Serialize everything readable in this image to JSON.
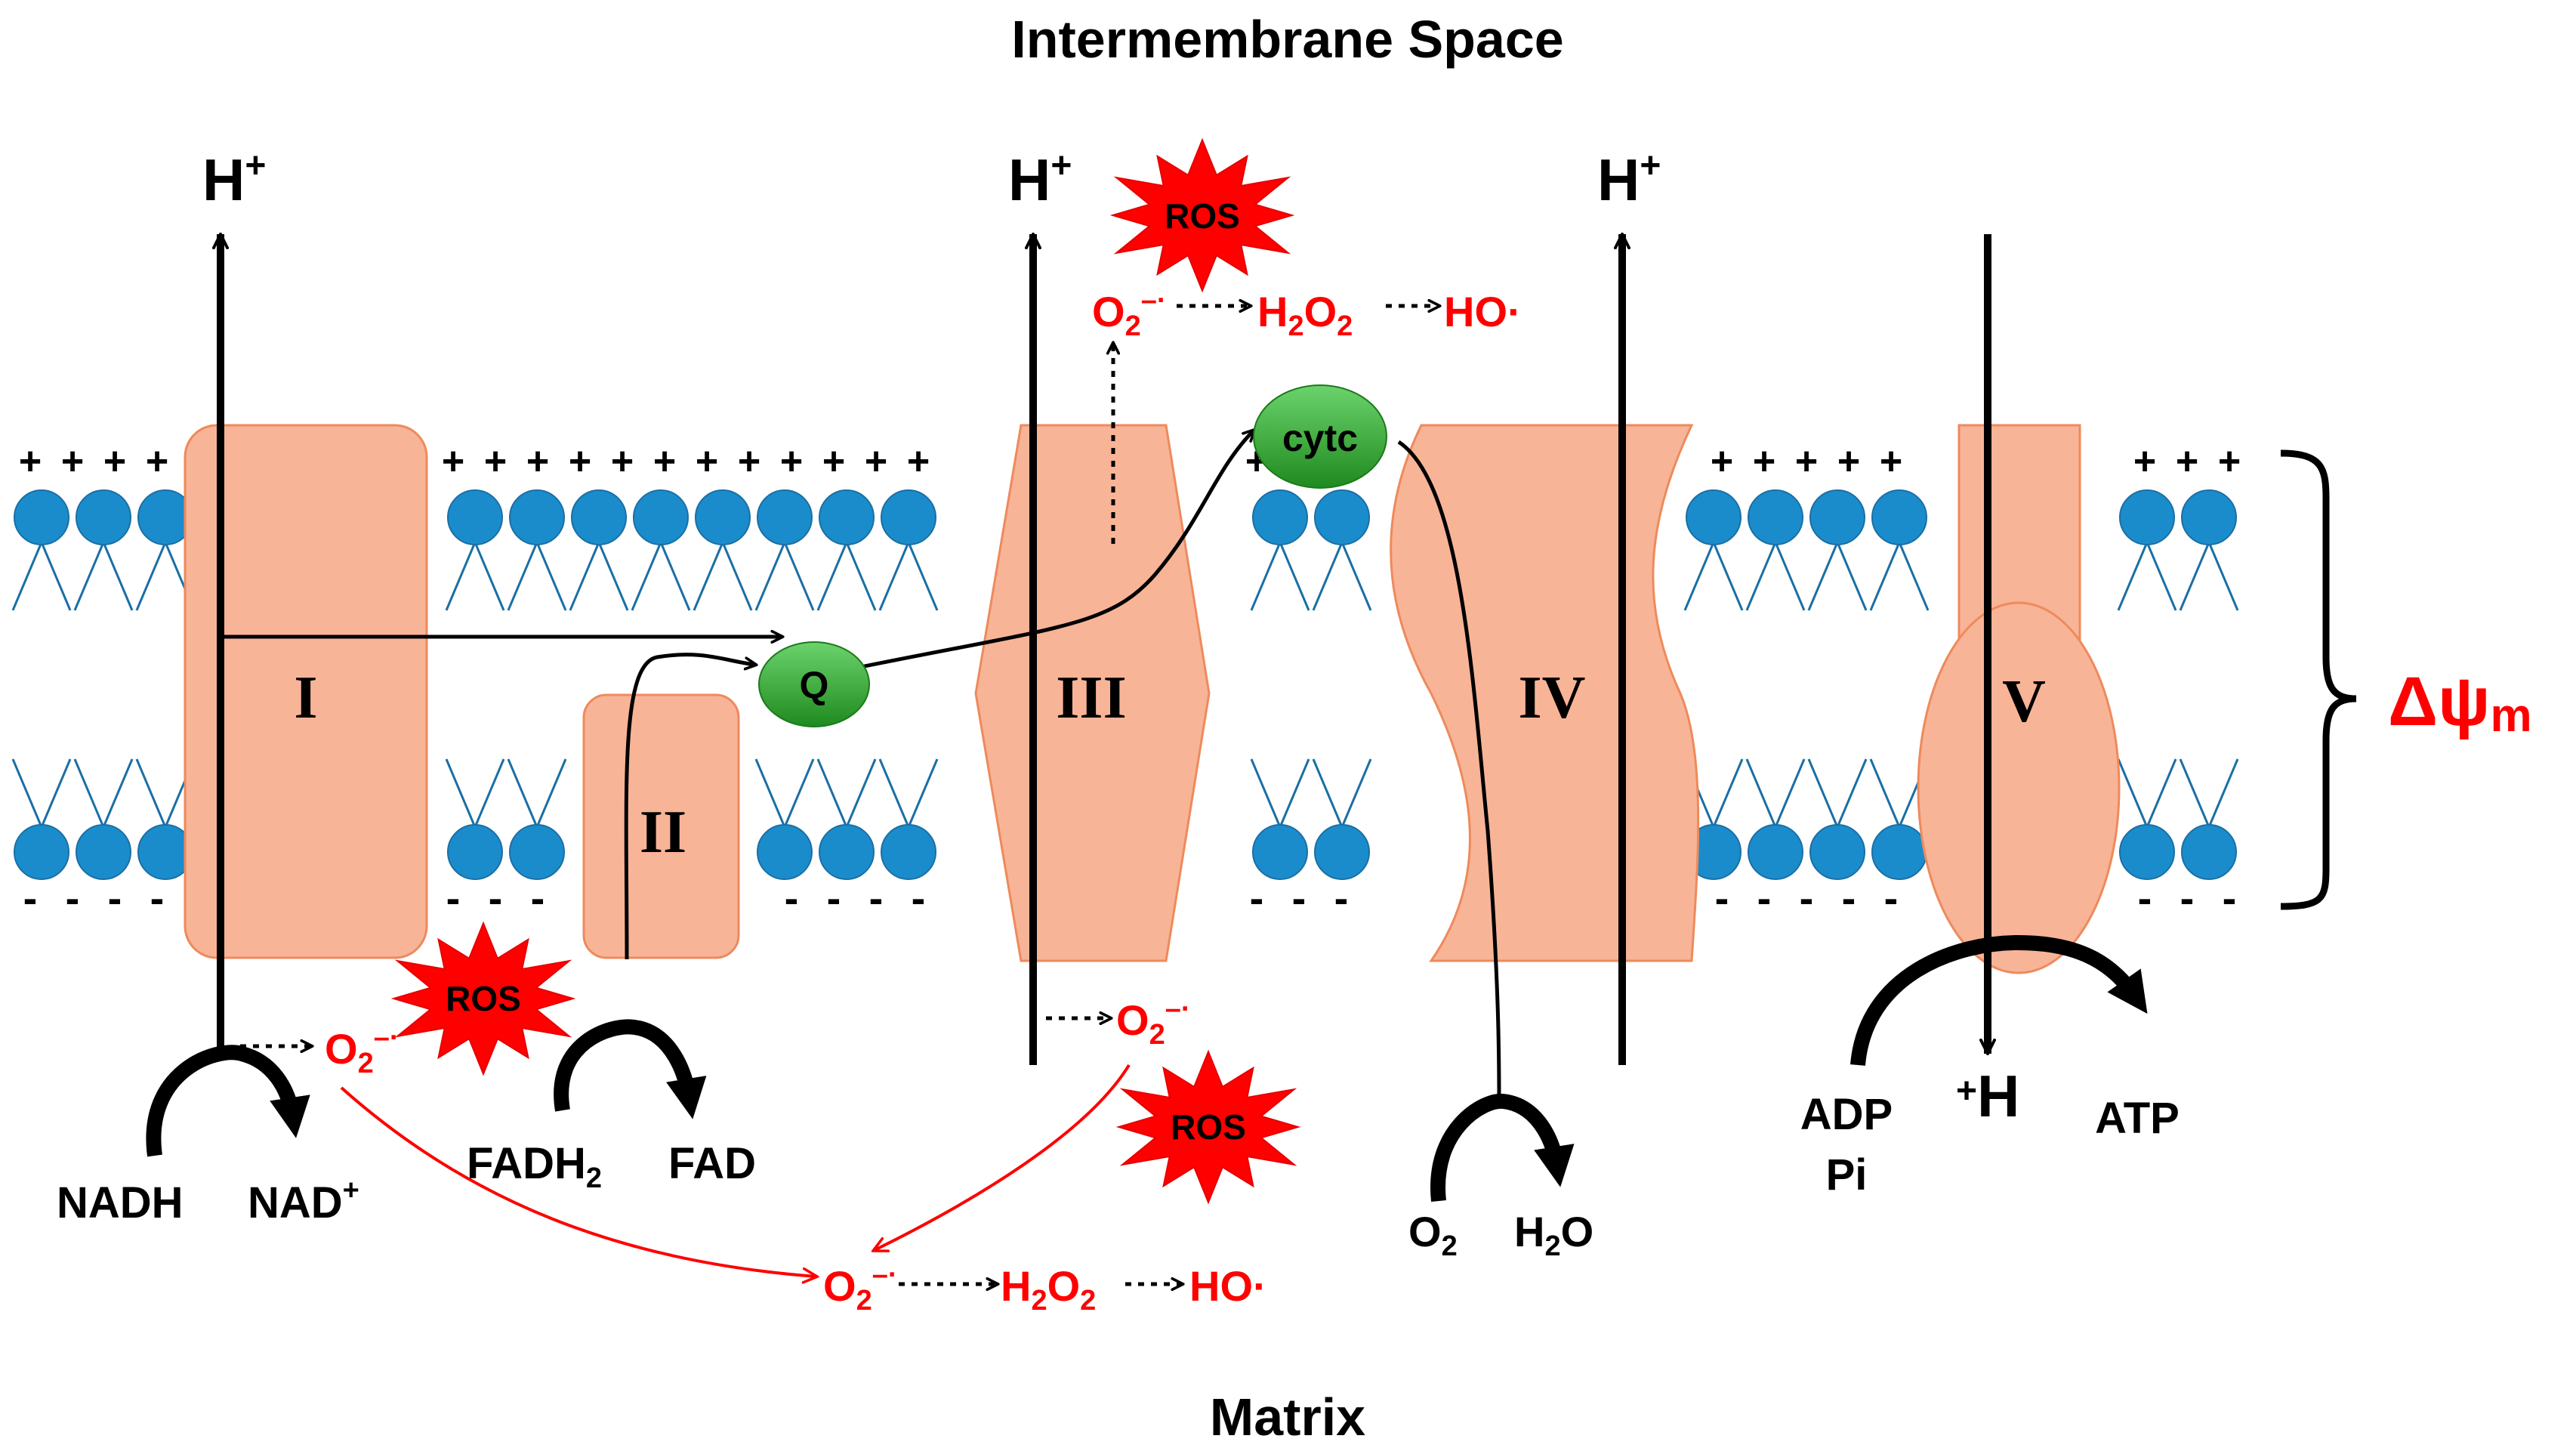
{
  "titles": {
    "top": "Intermembrane Space",
    "bottom": "Matrix"
  },
  "complexes": {
    "c1": "I",
    "c2": "II",
    "c3": "III",
    "c4": "IV",
    "c5": "V"
  },
  "carriers": {
    "q": "Q",
    "cytc": "cytc"
  },
  "proton": {
    "letter": "H",
    "charge": "+"
  },
  "proton_in": {
    "charge": "+",
    "letter": "H"
  },
  "ros": "ROS",
  "membrane_potential": {
    "delta_psi": "Δψ",
    "subscript": "m"
  },
  "signs": {
    "plus": "+",
    "minus": "-"
  },
  "substrates": {
    "nadh": "NADH",
    "nad_base": "NAD",
    "nad_charge": "+",
    "fadh2_base": "FADH",
    "fadh2_sub": "2",
    "fad": "FAD",
    "o2_base": "O",
    "o2_sub": "2",
    "h2o_h": "H",
    "h2o_sub": "2",
    "h2o_o": "O",
    "adp": "ADP",
    "pi": "Pi",
    "atp": "ATP"
  },
  "ros_species": {
    "superoxide_base": "O",
    "superoxide_sub": "2",
    "superoxide_charge": "–·",
    "h2o2_h": "H",
    "h2o2_sub1": "2",
    "h2o2_o": "O",
    "h2o2_sub2": "2",
    "hydroxyl": "HO·"
  },
  "colors": {
    "lipid_head": "#1b8ccb",
    "lipid_head_stroke": "#1a6fa5",
    "complex_fill": "#f8b497",
    "complex_stroke": "#ee8a5c",
    "carrier_green": "#2e9d2e",
    "ros_red": "#ff0000",
    "arrow_black": "#000000"
  }
}
